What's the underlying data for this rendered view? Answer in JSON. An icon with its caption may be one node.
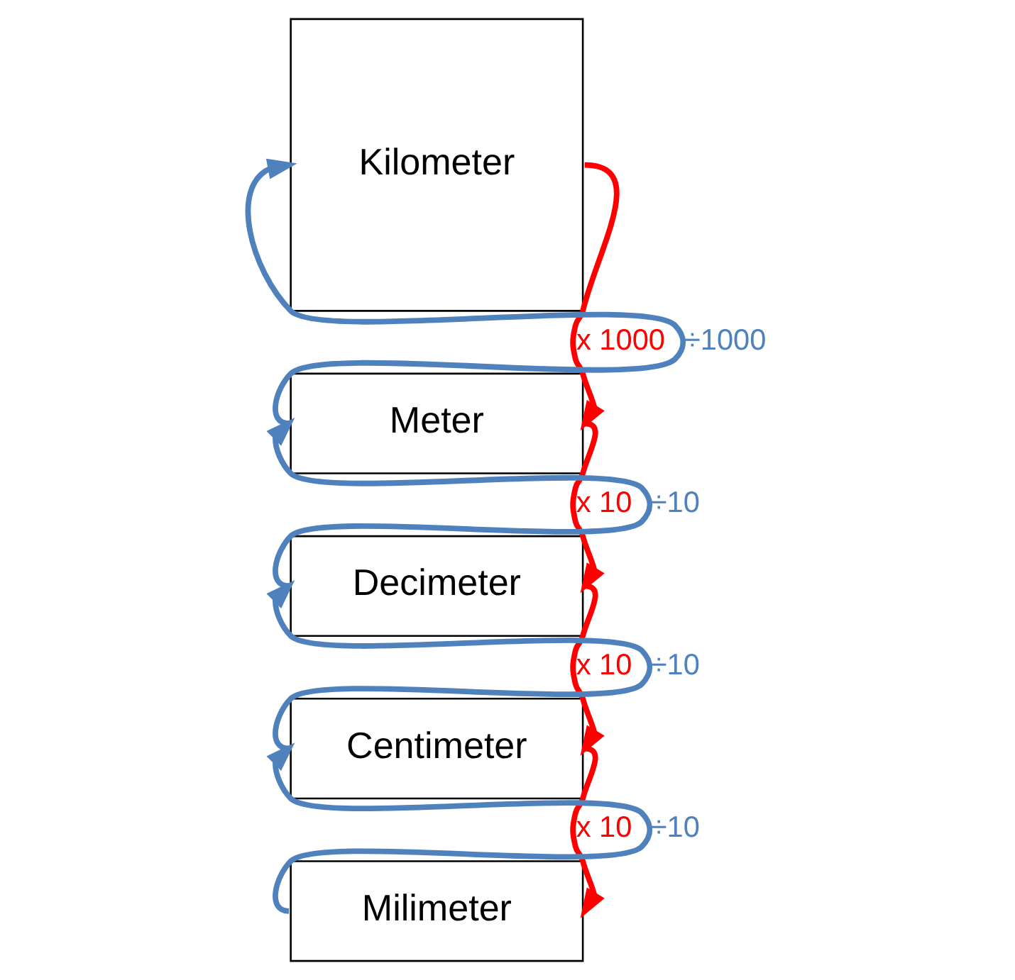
{
  "diagram": {
    "nodes": [
      {
        "text": [
          "Kilometer"
        ]
      },
      {
        "text": [
          "Meter"
        ]
      },
      {
        "text": [
          "Decimeter"
        ]
      },
      {
        "text": [
          "Centimeter"
        ]
      },
      {
        "text": [
          "Milimeter"
        ]
      }
    ],
    "edges": [
      {
        "from": 1,
        "to": 0,
        "arrow": "to",
        "label": "÷1000",
        "color": "#4f81bd"
      },
      {
        "from": 0,
        "to": 1,
        "arrow": "to",
        "label": "x 1000",
        "color": "#ff0000"
      },
      {
        "from": 2,
        "to": 1,
        "arrow": "to",
        "label": "÷10",
        "color": "#4f81bd"
      },
      {
        "from": 1,
        "to": 2,
        "arrow": "to",
        "label": "x 10",
        "color": "#ff0000"
      },
      {
        "from": 3,
        "to": 2,
        "arrow": "to",
        "label": "÷10",
        "color": "#4f81bd"
      },
      {
        "from": 2,
        "to": 3,
        "arrow": "to",
        "label": "x 10",
        "color": "#ff0000"
      },
      {
        "from": 4,
        "to": 3,
        "arrow": "to",
        "label": "÷10",
        "color": "#4f81bd"
      },
      {
        "from": 3,
        "to": 4,
        "arrow": "to",
        "label": "x 10",
        "color": "#ff0000"
      }
    ]
  }
}
